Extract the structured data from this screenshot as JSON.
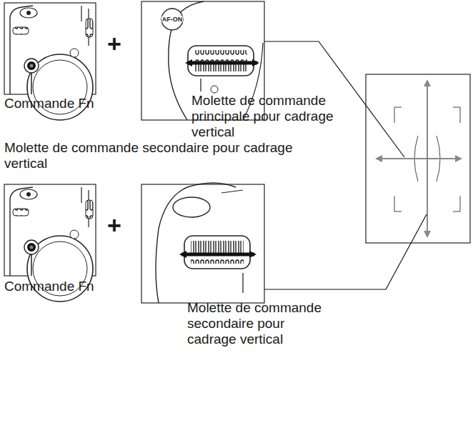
{
  "diagram": {
    "labels": [
      "Commande Fn",
      "+",
      "AF-ON",
      "Molette de commande principale pour cadrage vertical",
      "Molette de commande secondaire pour cadrage vertical",
      "Commande Fn",
      "+",
      "Molette de commande secondaire pour cadrage vertical"
    ]
  }
}
